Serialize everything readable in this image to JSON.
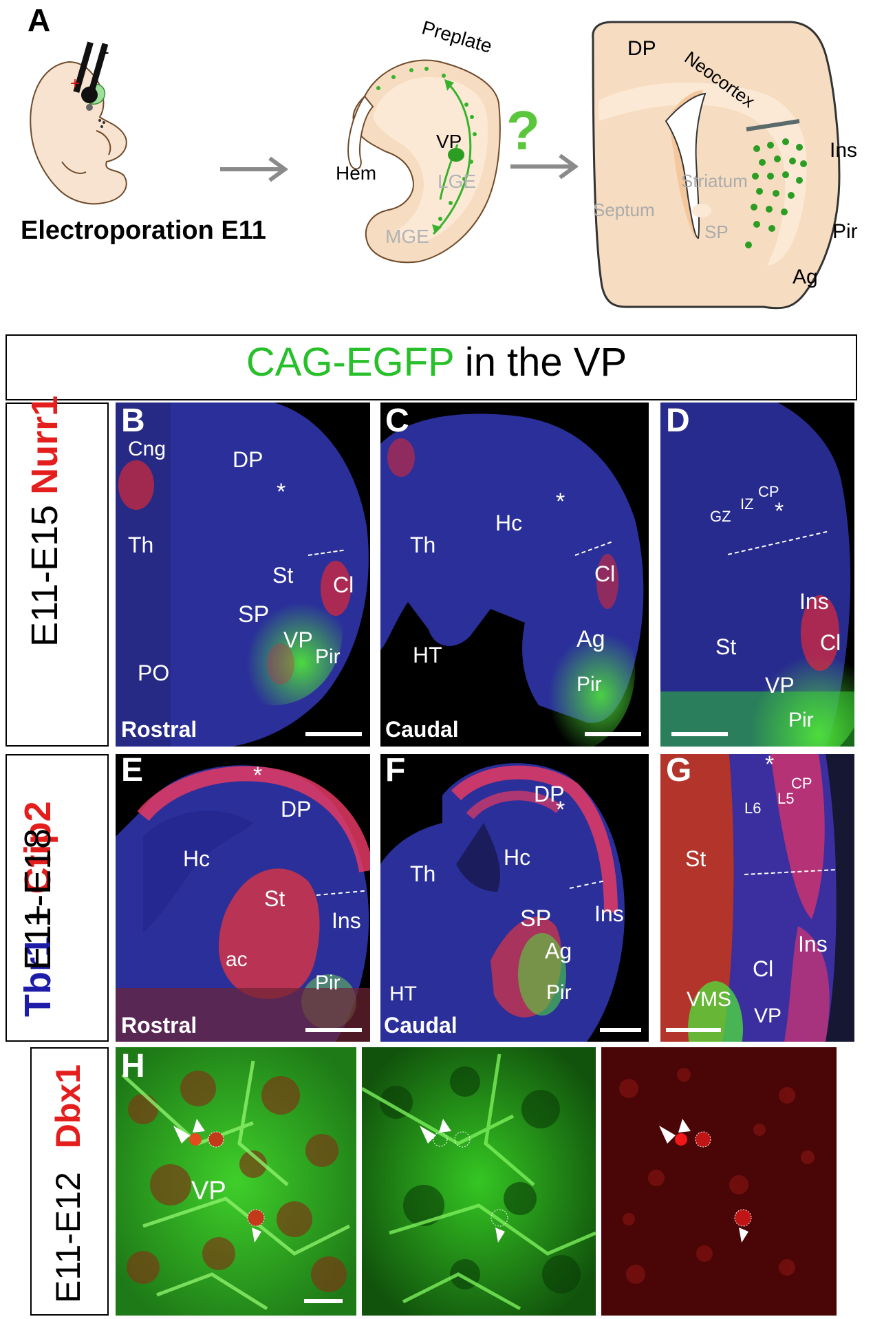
{
  "panel_a": {
    "letter": "A",
    "caption": "Electroporation E11",
    "embryo_mark_plus": "+",
    "embryo_mark_minus": "-",
    "question_mark": "?",
    "telencephalon_labels": {
      "preplate": "Preplate",
      "vp": "VP",
      "hem": "Hem",
      "lge": "LGE",
      "mge": "MGE"
    },
    "section_labels": {
      "dp": "DP",
      "neocortex": "Neocortex",
      "ins": "Ins",
      "striatum": "Striatum",
      "septum": "Septum",
      "sp": "SP",
      "pir": "Pir",
      "ag": "Ag"
    }
  },
  "banner": {
    "green_part": "CAG-EGFP",
    "rest": " in the VP",
    "green_color": "#27c02a"
  },
  "row1": {
    "side_black": "E11-E15",
    "side_red": "Nurr1",
    "panel_b": {
      "letter": "B",
      "corner": "Rostral",
      "labels": {
        "cng": "Cng",
        "dp": "DP",
        "star": "*",
        "th": "Th",
        "st": "St",
        "cl": "Cl",
        "sp": "SP",
        "vp": "VP",
        "pir": "Pir",
        "po": "PO"
      }
    },
    "panel_c": {
      "letter": "C",
      "corner": "Caudal",
      "labels": {
        "hc": "Hc",
        "star": "*",
        "th": "Th",
        "cl": "Cl",
        "ag": "Ag",
        "ht": "HT",
        "pir": "Pir"
      }
    },
    "panel_d": {
      "letter": "D",
      "labels": {
        "cp": "CP",
        "iz": "IZ",
        "gz": "GZ",
        "star": "*",
        "ins": "Ins",
        "st": "St",
        "cl": "Cl",
        "vp": "VP",
        "pir": "Pir"
      }
    }
  },
  "row2": {
    "side_black_1": "E11-E18",
    "side_red": "Ctip2",
    "side_plus": "+",
    "side_blue": "Tbr1",
    "panel_e": {
      "letter": "E",
      "corner": "Rostral",
      "labels": {
        "star": "*",
        "dp": "DP",
        "hc": "Hc",
        "st": "St",
        "ins": "Ins",
        "ac": "ac",
        "pir": "Pir"
      }
    },
    "panel_f": {
      "letter": "F",
      "corner": "Caudal",
      "labels": {
        "dp": "DP",
        "star": "*",
        "th": "Th",
        "hc": "Hc",
        "sp": "SP",
        "ins": "Ins",
        "ag": "Ag",
        "ht": "HT",
        "pir": "Pir"
      }
    },
    "panel_g": {
      "letter": "G",
      "labels": {
        "star": "*",
        "cp": "CP",
        "l6": "L6",
        "l5": "L5",
        "st": "St",
        "ins": "Ins",
        "cl": "Cl",
        "vms": "VMS",
        "vp": "VP"
      }
    }
  },
  "row3": {
    "side_black": "E11-E12",
    "side_red": "Dbx1",
    "panel_h": {
      "letter": "H",
      "labels": {
        "vp": "VP"
      }
    }
  },
  "colors": {
    "dapi_blue": "#2a2f9a",
    "egfp_green": "#37d12c",
    "marker_red": "#e41d1d",
    "tbr1_blue": "#1d1ba8",
    "tissue_peach": "#f6dcc0",
    "tissue_orange": "#f5c79d"
  }
}
